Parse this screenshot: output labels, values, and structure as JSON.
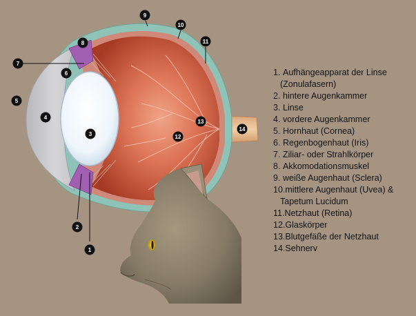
{
  "legend": [
    {
      "num": "1.",
      "text": "Aufhängeapparat der Linse",
      "cont": "(Zonulafasern)"
    },
    {
      "num": "2.",
      "text": "hintere Augenkammer"
    },
    {
      "num": "3.",
      "text": "Linse"
    },
    {
      "num": "4.",
      "text": "vordere Augenkammer"
    },
    {
      "num": "5.",
      "text": "Hornhaut (Cornea)"
    },
    {
      "num": "6.",
      "text": "Regenbogenhaut (Iris)"
    },
    {
      "num": "7.",
      "text": "Ziliar- oder Strahlkörper"
    },
    {
      "num": "8.",
      "text": "Akkomodationsmuskel"
    },
    {
      "num": "9.",
      "text": "weiße Augenhaut (Sclera)"
    },
    {
      "num": "10.",
      "text": "mittlere Augenhaut (Uvea) &",
      "cont": "Tapetum Lucidum"
    },
    {
      "num": "11.",
      "text": "Netzhaut (Retina)"
    },
    {
      "num": "12.",
      "text": "Glaskörper"
    },
    {
      "num": "13.",
      "text": "Blutgefäße der Netzhaut"
    },
    {
      "num": "14.",
      "text": "Sehnerv"
    }
  ],
  "markers": {
    "m1": "1",
    "m2": "2",
    "m3": "3",
    "m4": "4",
    "m5": "5",
    "m6": "6",
    "m7": "7",
    "m8": "8",
    "m9": "9",
    "m10": "10",
    "m11": "11",
    "m12": "12",
    "m13": "13",
    "m14": "14"
  },
  "colors": {
    "background": "#a59482",
    "sclera": "#8fc3b8",
    "vitreous": "#c8553a",
    "iris": "#a05fb0",
    "lens": "#e8f2fa",
    "optic_nerve": "#e6b98a",
    "cat_fur": "#8a7f6c"
  }
}
